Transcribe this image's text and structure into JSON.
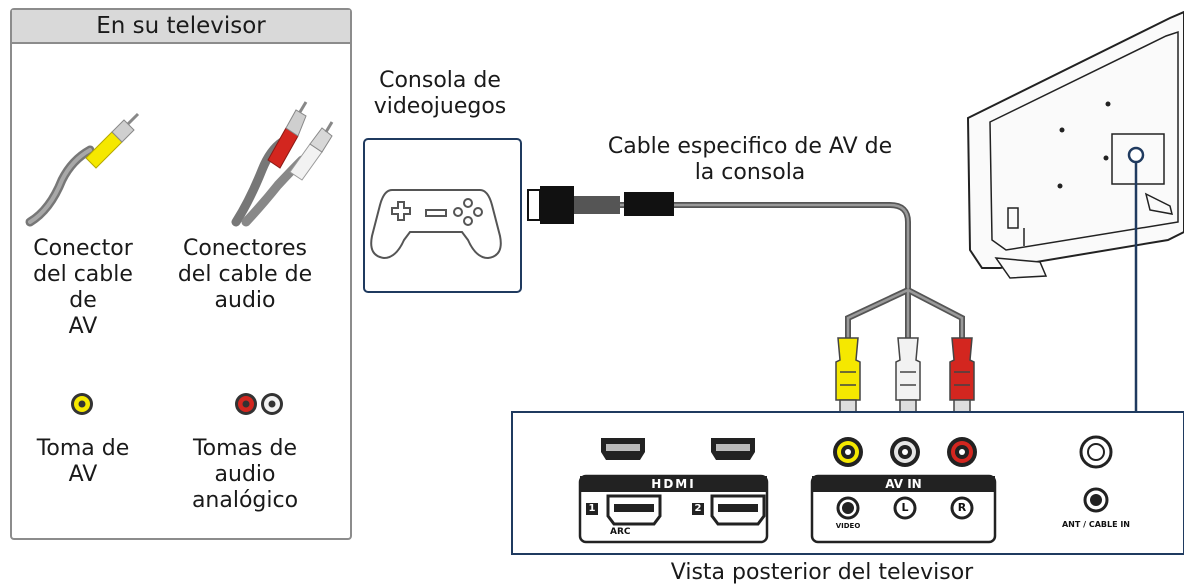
{
  "legend": {
    "title": "En su televisor",
    "av_cable_connector": "Conector\ndel cable de\nAV",
    "audio_cable_connectors": "Conectores\ndel cable de\naudio",
    "av_jack": "Toma de\nAV",
    "analog_audio_jacks": "Tomas de\naudio\nanalógico"
  },
  "console_label": "Consola de\nvideojuegos",
  "cable_label": "Cable especifico de AV de\nla consola",
  "tv_panel": {
    "hdmi_label": "HDMI",
    "hdmi_port_1": "1",
    "hdmi_port_2": "2",
    "arc_label": "ARC",
    "av_in_label": "AV IN",
    "video_label": "VIDEO",
    "left_label": "L",
    "right_label": "R",
    "antenna_label": "ANT / CABLE IN"
  },
  "caption": "Vista posterior del televisor",
  "colors": {
    "yellow": "#f5e800",
    "red": "#d3261f",
    "white": "#f2f2f2",
    "gray_cable": "#8a8a8a",
    "navy": "#1f3a5f"
  }
}
